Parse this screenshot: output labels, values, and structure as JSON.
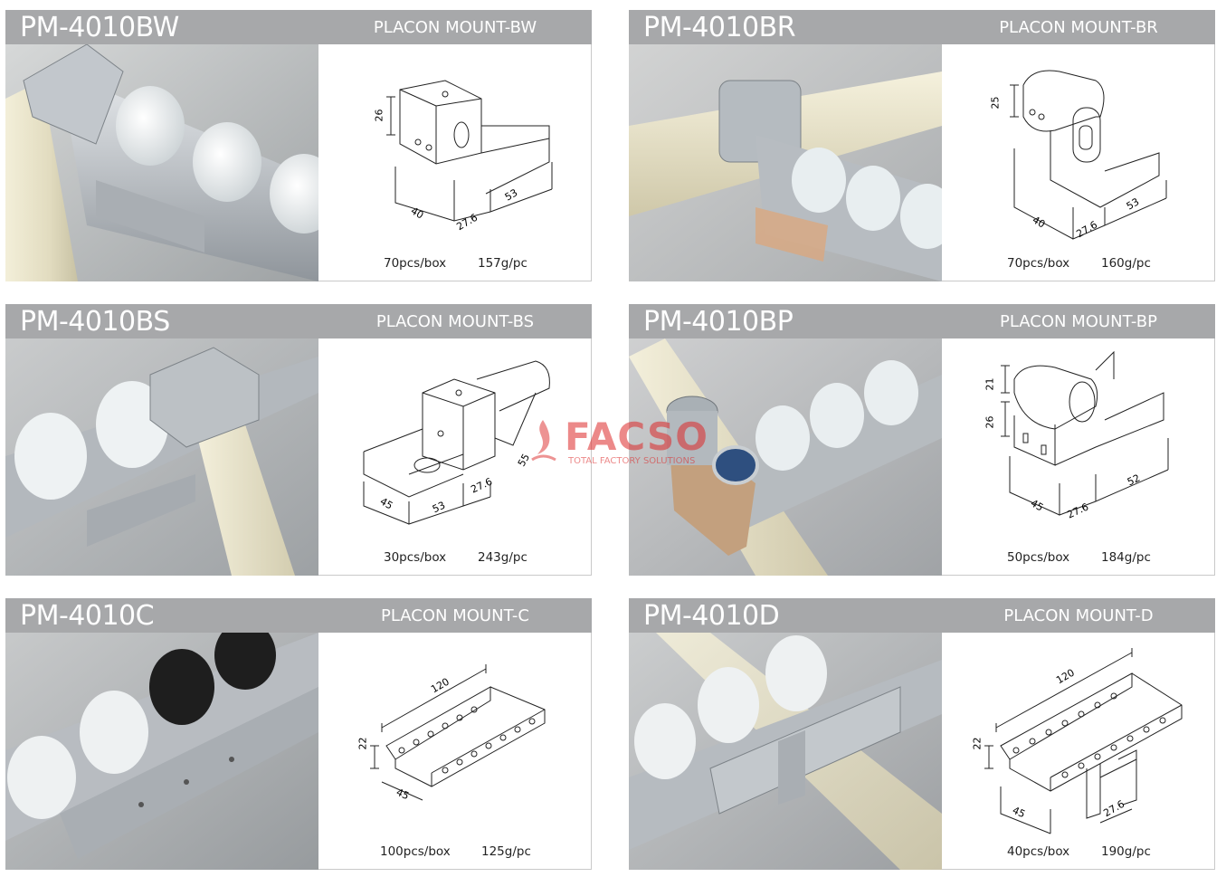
{
  "products": [
    {
      "model": "PM-4010BW",
      "name": "PLACON MOUNT-BW",
      "box": "70pcs/box",
      "weight": "157g/pc",
      "dims": [
        "26",
        "40",
        "27.6",
        "53"
      ]
    },
    {
      "model": "PM-4010BR",
      "name": "PLACON MOUNT-BR",
      "box": "70pcs/box",
      "weight": "160g/pc",
      "dims": [
        "25",
        "40",
        "27.6",
        "53"
      ]
    },
    {
      "model": "PM-4010BS",
      "name": "PLACON MOUNT-BS",
      "box": "30pcs/box",
      "weight": "243g/pc",
      "dims": [
        "45",
        "53",
        "27.6",
        "55"
      ]
    },
    {
      "model": "PM-4010BP",
      "name": "PLACON MOUNT-BP",
      "box": "50pcs/box",
      "weight": "184g/pc",
      "dims": [
        "21",
        "26",
        "45",
        "27.6",
        "52"
      ]
    },
    {
      "model": "PM-4010C",
      "name": "PLACON MOUNT-C",
      "box": "100pcs/box",
      "weight": "125g/pc",
      "dims": [
        "120",
        "22",
        "45"
      ]
    },
    {
      "model": "PM-4010D",
      "name": "PLACON MOUNT-D",
      "box": "40pcs/box",
      "weight": "190g/pc",
      "dims": [
        "120",
        "22",
        "45",
        "27.6"
      ]
    }
  ],
  "watermark": {
    "brand": "FACSO",
    "tagline": "TOTAL FACTORY SOLUTIONS"
  },
  "colors": {
    "header": "#a7a8aa",
    "pipe": "#e9e4cf",
    "metal": "#b9bdc2",
    "roller": "#eef1f2",
    "roller_dark": "#1c1c1c",
    "watermark": "#dc2828"
  }
}
